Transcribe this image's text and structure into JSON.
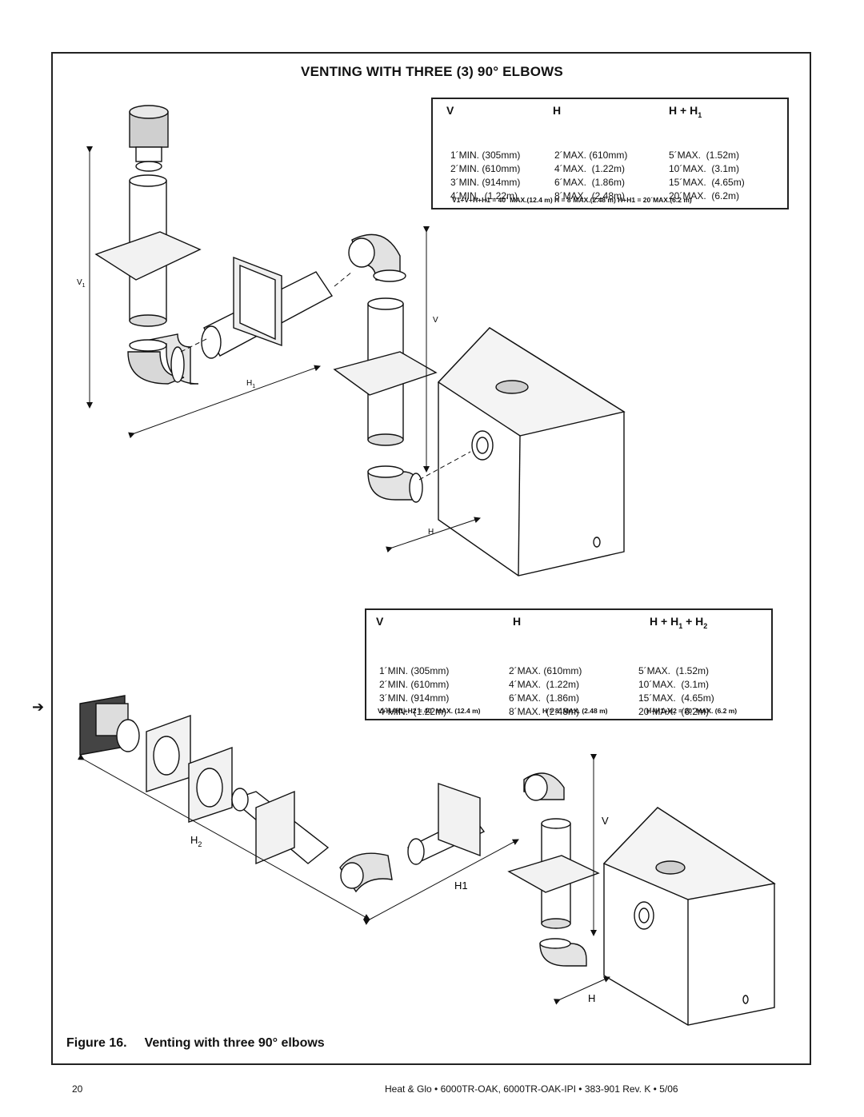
{
  "title": "VENTING WITH THREE (3) 90° ELBOWS",
  "table1": {
    "headers": [
      "V",
      "H",
      "H + H",
      "1"
    ],
    "rows": [
      [
        "1´MIN. (305mm)",
        "2´MAX. (610mm)",
        "5´MAX.  (1.52m)"
      ],
      [
        "2´MIN. (610mm)",
        "4´MAX.  (1.22m)",
        "10´MAX.  (3.1m)"
      ],
      [
        "3´MIN. (914mm)",
        "6´MAX.  (1.86m)",
        "15´MAX.  (4.65m)"
      ],
      [
        "4´MIN.  (1.22m)",
        "8´MAX.  (2.48m)",
        "20´MAX.  (6.2m)"
      ]
    ],
    "note": "V1+V+H+H1 = 40´ MAX.(12.4 m)   H = 8´MAX.(2.48 m)   H+H1 = 20´MAX.(6.2 m)"
  },
  "table2": {
    "headers": [
      "V",
      "H",
      "H + H",
      "1",
      " + H",
      "2"
    ],
    "rows": [
      [
        "1´MIN. (305mm)",
        "2´MAX. (610mm)",
        "5´MAX.  (1.52m)"
      ],
      [
        "2´MIN. (610mm)",
        "4´MAX.  (1.22m)",
        "10´MAX.  (3.1m)"
      ],
      [
        "3´MIN. (914mm)",
        "6´MAX.  (1.86m)",
        "15´MAX.  (4.65m)"
      ],
      [
        "4´MIN.  (1.22m)",
        "8´MAX.  (2.48m)",
        "20´MAX.  (6.2m)"
      ]
    ],
    "note_a": "V+H+H1+H2 = 40´  MAX. (12.4 m)",
    "note_b": "H = 8´  MAX. (2.48 m)",
    "note_c": "H+H1+H2 = 20´  MAX. (6.2 m)"
  },
  "diagram1_labels": {
    "v1": "V",
    "v1_sub": "1",
    "h1": "H",
    "h1_sub": "1",
    "v": "V",
    "h": "H"
  },
  "diagram2_labels": {
    "h2": "H",
    "h2_sub": "2",
    "h1": "H1",
    "v": "V",
    "h": "H"
  },
  "caption": {
    "number": "Figure 16.",
    "text": "Venting with three 90° elbows"
  },
  "footer": {
    "page": "20",
    "text": "Heat & Glo  •  6000TR-OAK, 6000TR-OAK-IPI  •  383-901  Rev. K  •  5/06"
  },
  "change_marker": "➔",
  "icons": [
    "termination-cap-icon",
    "elbow-icon",
    "fireplace-icon",
    "wall-thimble-icon"
  ]
}
